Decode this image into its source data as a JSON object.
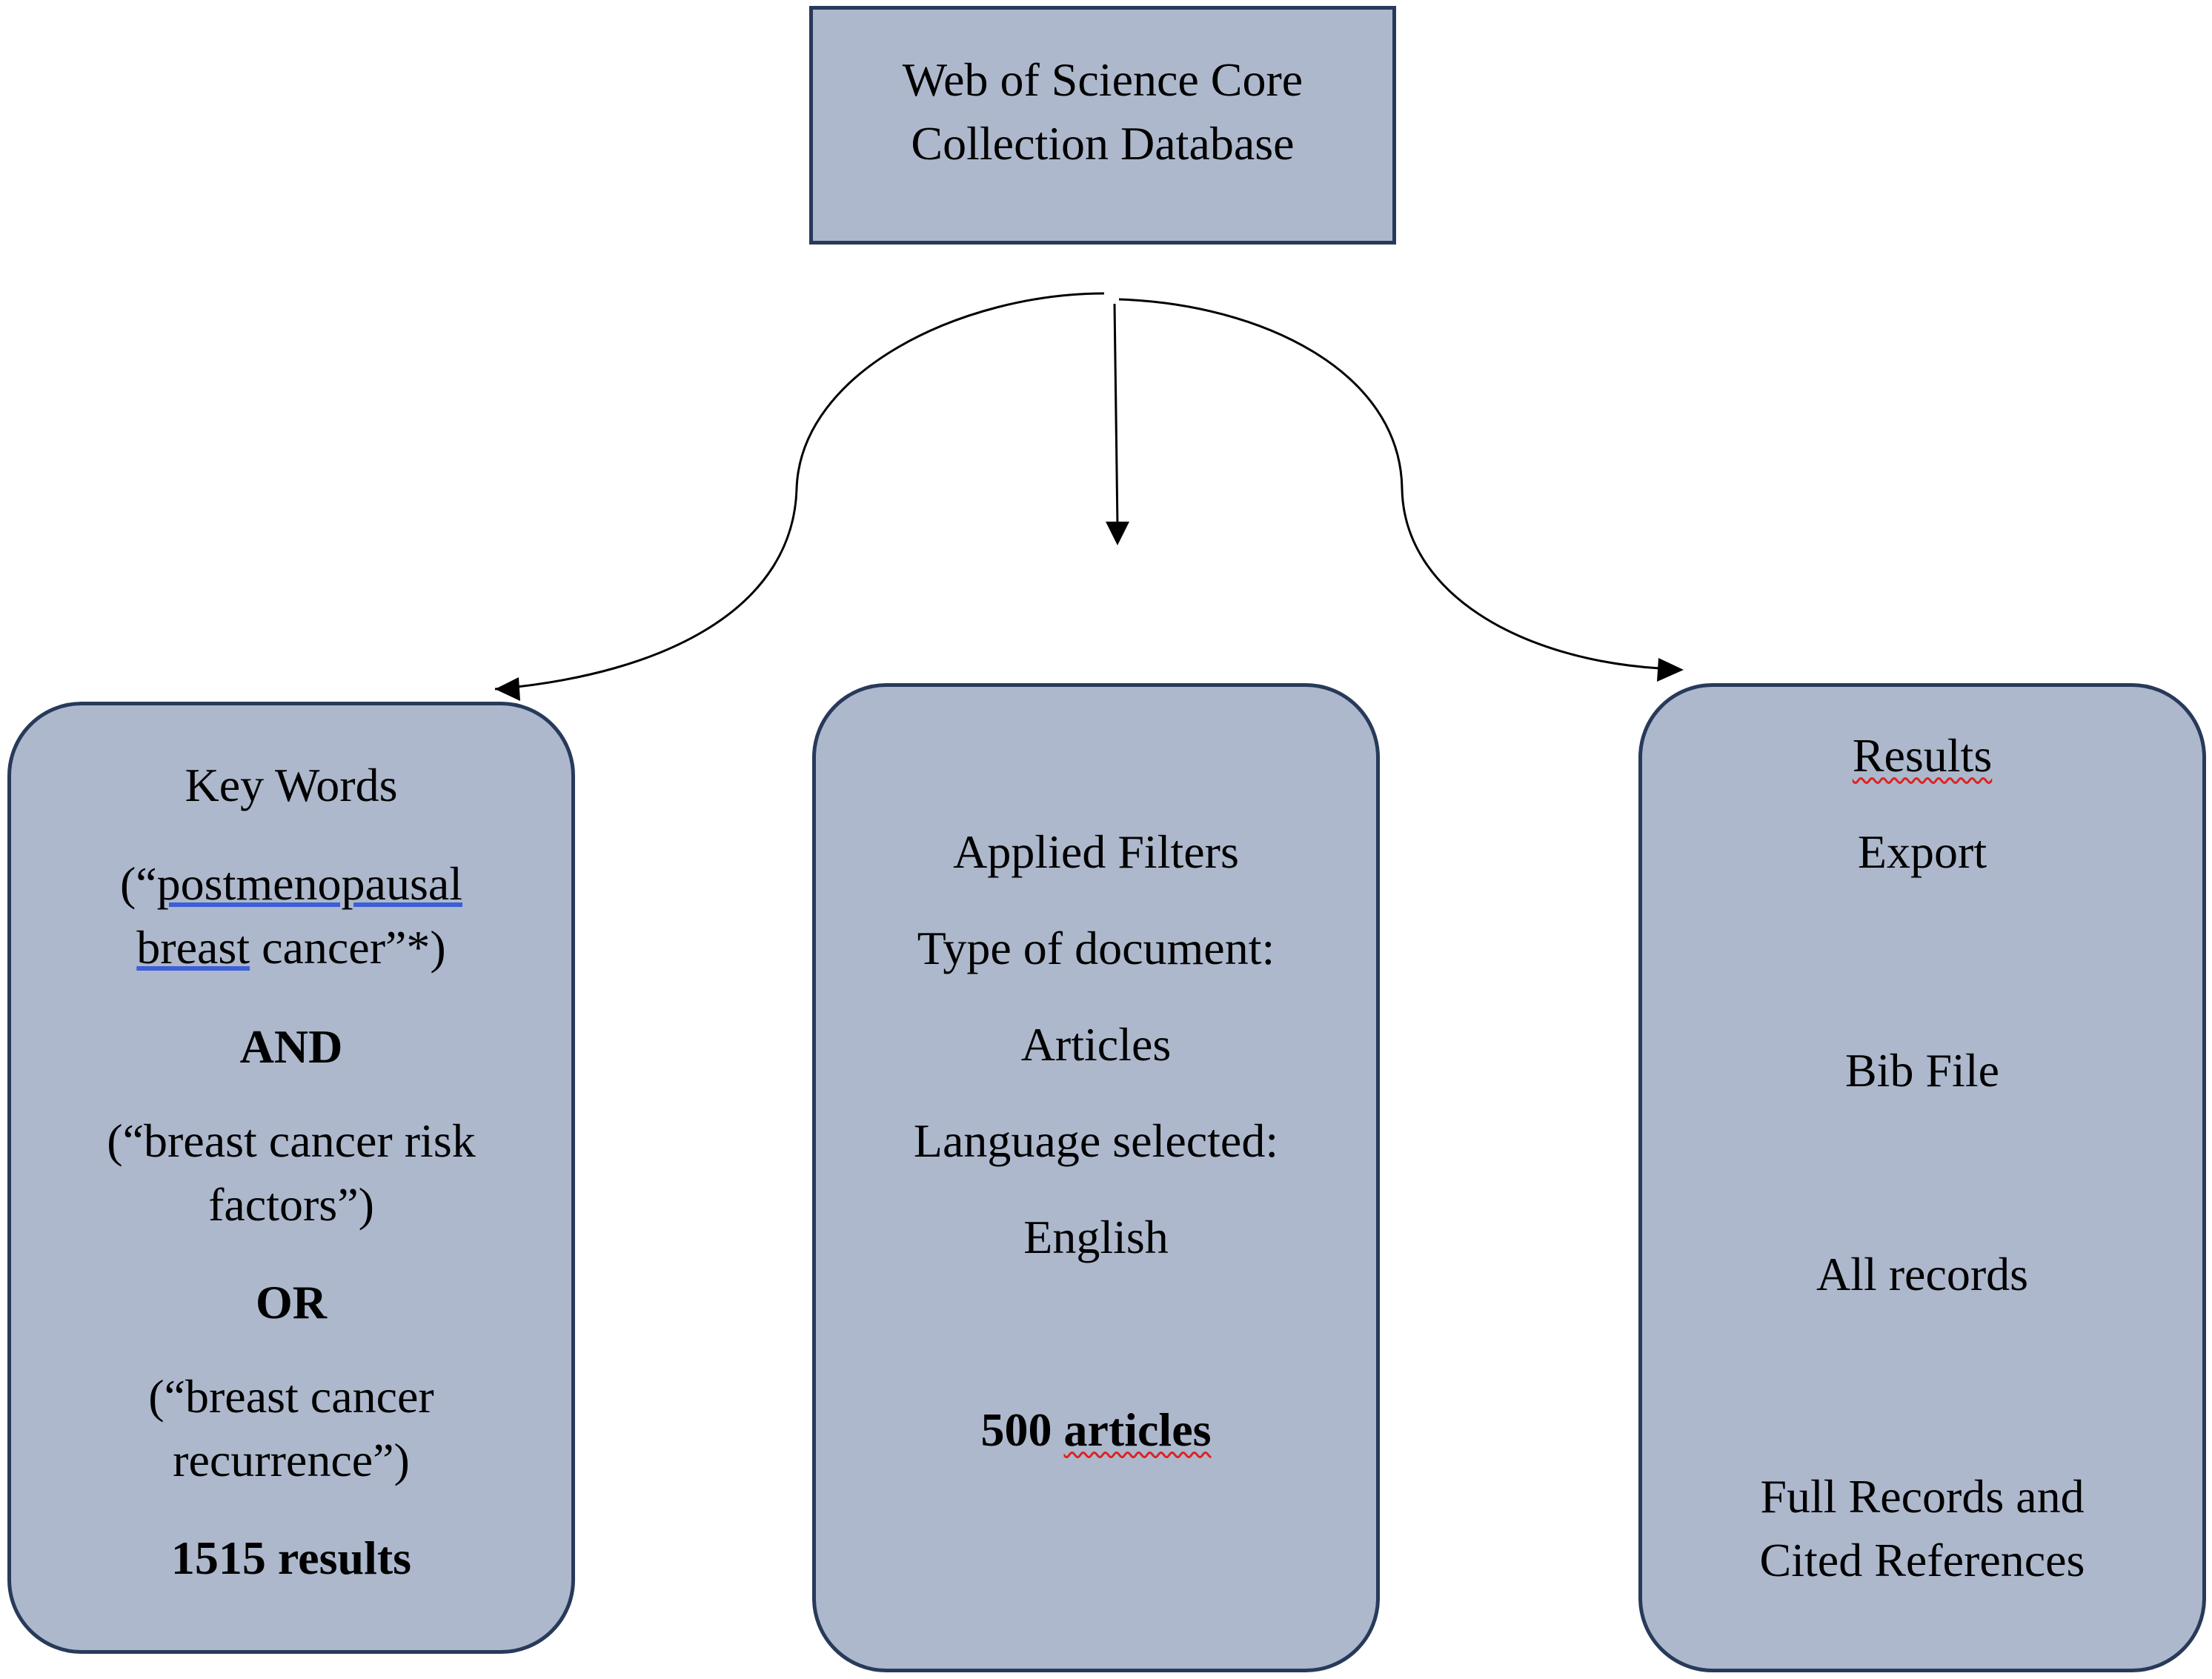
{
  "top": {
    "line1": "Web of Science Core",
    "line2": "Collection Database"
  },
  "left": {
    "heading": "Key Words",
    "query1_open": "(“",
    "query1_word1": "postmenopausal",
    "query1_word2": "breast",
    "query1_rest": " cancer”*)",
    "op1": "AND",
    "query2": "(“breast cancer risk\nfactors”)",
    "op2": "OR",
    "query3": "(“breast cancer\nrecurrence”)",
    "count": "1515 results"
  },
  "middle": {
    "heading": "Applied Filters",
    "doc_type_label": "Type of document:",
    "doc_type_value": "Articles",
    "language_label": "Language selected:",
    "language_value": "English",
    "count_number": "500",
    "count_word": "articles"
  },
  "right": {
    "heading": "Results",
    "step1": "Export",
    "step2": "Bib File",
    "step3": "All records",
    "step4": "Full Records and\nCited References"
  },
  "colors": {
    "box_fill": "#adb8cc",
    "box_border": "#283a5a",
    "arrow": "#000000"
  }
}
